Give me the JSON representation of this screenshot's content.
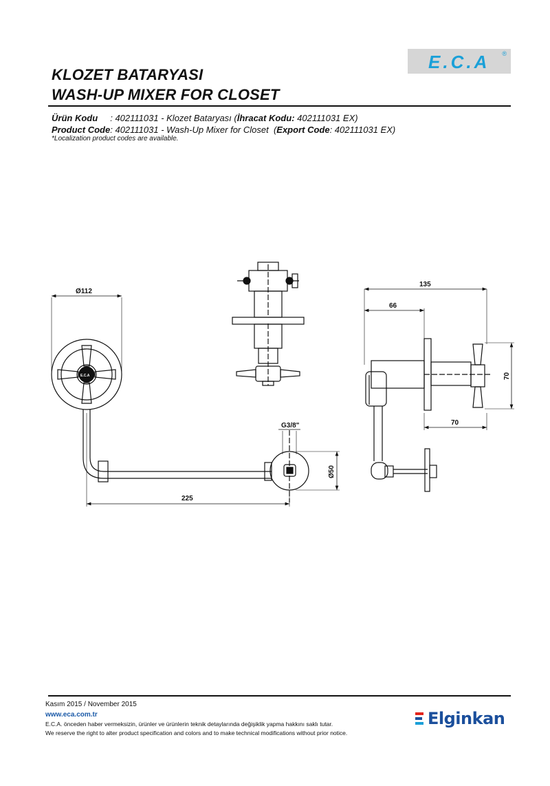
{
  "header": {
    "title_tr": "KLOZET BATARYASI",
    "title_en": "WASH-UP MIXER FOR CLOSET",
    "logo_text": "E.C.A",
    "logo_mark": "®"
  },
  "codes": {
    "tr_label": "Ürün Kodu",
    "tr_value": "     : 402111031 - Klozet Bataryası (",
    "tr_export_label": "İhracat Kodu:",
    "tr_export_value": " 402111031 EX)",
    "en_label": "Product Code",
    "en_value": ": 402111031 - Wash-Up Mixer for Closet  (",
    "en_export_label": "Export Code",
    "en_export_value": ": 402111031 EX)",
    "note": "*Localization product codes are available."
  },
  "drawing": {
    "dim_d112": "Ø112",
    "dim_225": "225",
    "dim_g38": "G3/8\"",
    "dim_d50": "Ø50",
    "dim_135": "135",
    "dim_66": "66",
    "dim_70_vertical": "70",
    "dim_70_horizontal": "70",
    "handle_logo": "E.C.A"
  },
  "footer": {
    "date": "Kasım 2015 / November 2015",
    "website": "www.eca.com.tr",
    "disclaimer_tr": "E.C.A. önceden haber vermeksizin, ürünler ve ürünlerin teknik detaylarında değişiklik yapma hakkını saklı tutar.",
    "disclaimer_en": "We reserve the right to alter product specification and colors and to make technical modifications without prior notice.",
    "brand": "Elginkan",
    "brand_colors": [
      "#e2241b",
      "#1b4f9c",
      "#1aa0d8"
    ]
  }
}
